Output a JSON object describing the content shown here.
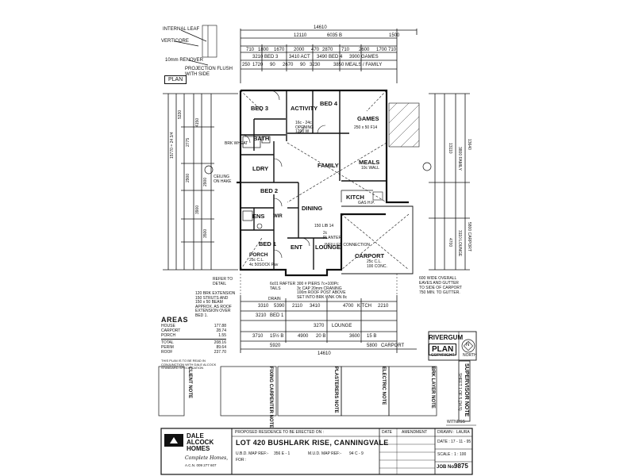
{
  "header": {
    "internal_leaf": "INTERNAL LEAF",
    "vertcore": "VERTICORE",
    "renover": "10mm RENOVER",
    "projection": "PROJECTION FLUSH\nWITH SIDE",
    "plan_label": "PLAN"
  },
  "top_dims": {
    "overall": "14610",
    "inner": "12110",
    "inner_b": "6035 B",
    "right": "1500",
    "row3": [
      "710",
      "1800",
      "1670",
      "2000",
      "470",
      "2870",
      "710",
      "2600",
      "1700",
      "710"
    ],
    "row4_left": "3210 BED 3",
    "row4_mid": "3410 ACT",
    "row4_bed4": "3490 BED 4",
    "row4_games": "3900 GAMES",
    "row5": [
      "250",
      "1720",
      "90",
      "2670",
      "90",
      "3230",
      "3850 MEALS / FAMILY"
    ]
  },
  "rooms": {
    "bed3": "BED 3",
    "activity": "ACTIVITY",
    "bed4": "BED 4",
    "games": "GAMES",
    "bath": "BATH",
    "lory": "LDRY",
    "family": "FAMILY",
    "meals": "MEALS",
    "bed2": "BED 2",
    "kitchen": "KITCH",
    "ens": "ENS",
    "wir": "WIR",
    "dining": "DINING",
    "bed1": "BED 1",
    "porch": "PORCH",
    "ent": "ENT",
    "lounge": "LOUNGE",
    "carport": "CARPORT"
  },
  "plan_notes": {
    "activity_sub": "16c - 24c\nOPENING\n1200 W",
    "games_sub": "250 x 50 F14",
    "meals_sub": "10c WALL",
    "kitchen_sub": "GAS H.P.",
    "lounge_sub": "150 LIB 14",
    "carport_sub": "25c C.L.\n100 CONC.",
    "porch_sub": "25c C.L.\n4c 50SOCK Pav",
    "planter": "2c\nPLANTER",
    "infilled": "INFILLED CONNECTION",
    "brk_wheat": "BRK WHEAT",
    "ceiling_on_hake": "CEILING\nON HAKE",
    "refer_to_detail": "REFER TO\nDETAIL",
    "rafter_tails": "6c01 RAFTER\nTAILS",
    "drain": "DRAIN",
    "brick_ext": "120 BRK EXTENSION\n150 STRUTS AND\n150 x 50 BEAM\nAPPROX. AS ROOF\nEXTENSION OVER\nBED 1.",
    "porch_piers": "300 # PIERS 7c+100Pc\n3c CAP 20mm CRANING\n100m ROOF POST ABOVE\nSET INTO BRK WNK ON 8c",
    "eaves": "600 WIDE OVERALL\nEAVES AND GUTTER\nTO SIDE OF CARPORT\n750 MIN. TO GUTTER."
  },
  "left_dims": {
    "outer": "15770 = 24 3/4",
    "a": "5330",
    "b": "2775",
    "c": "2900",
    "d": "3900",
    "e": "3500",
    "f": "4150",
    "g": "2900"
  },
  "right_dims": {
    "outer": "13640",
    "carport": "5800 CARPORT",
    "lounge": "3110 LOUNGE",
    "family": "3800 FAMILY",
    "a": "4700",
    "b": "13110"
  },
  "bottom_dims": {
    "row1": [
      "3310",
      "5390",
      "3410",
      "2110",
      "4700",
      "KITCH",
      "2210"
    ],
    "row2": [
      "3210",
      "BED 1",
      "3270",
      "LOUNGE"
    ],
    "row3_left": "3710",
    "row3_left_b": "15½ B",
    "row3_mid": "4900",
    "row3_mid_b": "20 B",
    "row3_right": "3600",
    "row3_right_b": "15 B",
    "row4_left": "5920",
    "row4_right": "5800",
    "row4_right_label": "CARPORT",
    "total": "14610"
  },
  "areas": {
    "title": "AREAS",
    "rows": [
      {
        "label": "HOUSE",
        "value": "177.88"
      },
      {
        "label": "CARPORT",
        "value": "28.74"
      },
      {
        "label": "PORCH",
        "value": "1.55"
      }
    ],
    "rows2": [
      {
        "label": "TOTAL",
        "value": "208.16"
      },
      {
        "label": "PERIM",
        "value": "89.64"
      },
      {
        "label": "ROOF",
        "value": "237.70"
      }
    ],
    "note": "THIS PLAN IS TO BE READ IN\nCONJUNCTION WITH DALE ALCOCK\nSTANDARD SPECIFICATION"
  },
  "rotated_notes": {
    "client": "CLIENT NOTE",
    "fixing": "FIXING CARPENTER NOTE",
    "plasterers": "PLASTERERS NOTE",
    "electric": "ELECTRIC NOTE",
    "bricklayer": "BRK LAYER NOTE",
    "supervisor": "SUPERVISOR NOTE"
  },
  "title_block": {
    "company_line1": "DALE",
    "company_line2": "ALCOCK",
    "company_line3": "HOMES",
    "script": "Complete Homes,",
    "tel": "A.C.N.   009 277 607",
    "proposed": "PROPOSED RESIDENCE TO BE ERECTED ON :",
    "lot": "LOT 420 BUSHLARK RISE, CANNINGVALE",
    "ubd": "U.B.D. MAP REF:-",
    "ubd_val": "356  E - 1",
    "muid": "M.U.D. MAP REF:-",
    "muid_val": "94  C - 9",
    "for": "FOR :",
    "date_hdr": "DATE",
    "amend_hdr": "AMENDMENT",
    "drawn_lbl": "DRAWN :",
    "drawn_val": "LAURA",
    "date_lbl": "DATE :",
    "date_val": "17 - 11 - 95",
    "scale_lbl": "SCALE :",
    "scale_val": "1 : 100",
    "job_lbl": "JOB No.:",
    "job_val": "9875"
  },
  "riverplan": {
    "name": "RIVERGUM",
    "plan": "PLAN",
    "sheet": "SHEET 1 OF 5 (34.5)",
    "copyright": "COPYRIGHT",
    "north": "NORTH",
    "witness": "WITNESS"
  }
}
